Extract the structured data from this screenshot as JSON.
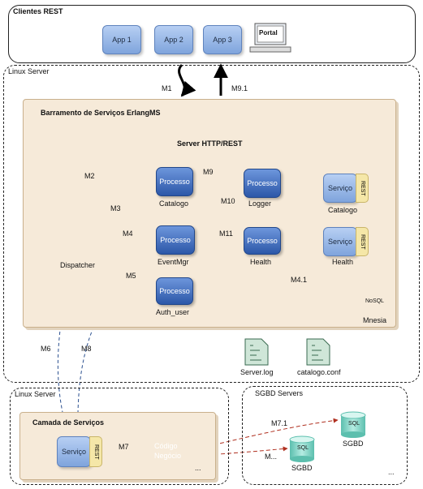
{
  "clientes": {
    "title": "Clientes REST",
    "apps": [
      "App 1",
      "App 2",
      "App 3"
    ],
    "portal": "Portal"
  },
  "linux_server_top": {
    "title": "Linux Server"
  },
  "bus": {
    "title": "Barramento de Serviços ErlangMS",
    "http_server": "Server HTTP/REST"
  },
  "processes": {
    "catalogo": {
      "box": "Processo",
      "label": "Catalogo"
    },
    "eventmgr": {
      "box": "Processo",
      "label": "EventMgr"
    },
    "auth": {
      "box": "Processo",
      "label": "Auth_user"
    },
    "logger": {
      "box": "Processo",
      "label": "Logger"
    },
    "health": {
      "box": "Processo",
      "label": "Health"
    }
  },
  "services": {
    "catalogo": {
      "box": "Serviço",
      "tag": "REST",
      "label": "Catalogo"
    },
    "health": {
      "box": "Serviço",
      "tag": "REST",
      "label": "Health"
    }
  },
  "dispatcher": "Dispatcher",
  "mnesia": {
    "db": "NoSQL",
    "label": "Mnesia"
  },
  "files": [
    "Server.log",
    "catalogo.conf"
  ],
  "messages": {
    "m1": "M1",
    "m9_1": "M9.1",
    "m2": "M2",
    "m3": "M3",
    "m4": "M4",
    "m5": "M5",
    "m9": "M9",
    "m10": "M10",
    "m11": "M11",
    "m4_1": "M4.1",
    "m6": "M6",
    "m8": "M8",
    "m7": "M7",
    "m7_1": "M7.1",
    "m_dots": "M..."
  },
  "linux_server_bottom": {
    "title": "Linux Server",
    "layer_title": "Camada de Serviços",
    "service": {
      "box": "Serviço",
      "tag": "REST"
    },
    "business": [
      "Código",
      "Negócio"
    ],
    "ellipsis": "..."
  },
  "sgbd": {
    "title": "SGBD Servers",
    "db1": {
      "db": "SQL",
      "label": "SGBD"
    },
    "db2": {
      "db": "SQL",
      "label": "SGBD"
    },
    "ellipsis": "..."
  },
  "colors": {
    "process": "#2c57a8",
    "arrow_blue": "#2a4f8f",
    "arrow_red": "#b03020",
    "business_orange": "#e8701a",
    "db_teal": "#7fd0c0"
  }
}
